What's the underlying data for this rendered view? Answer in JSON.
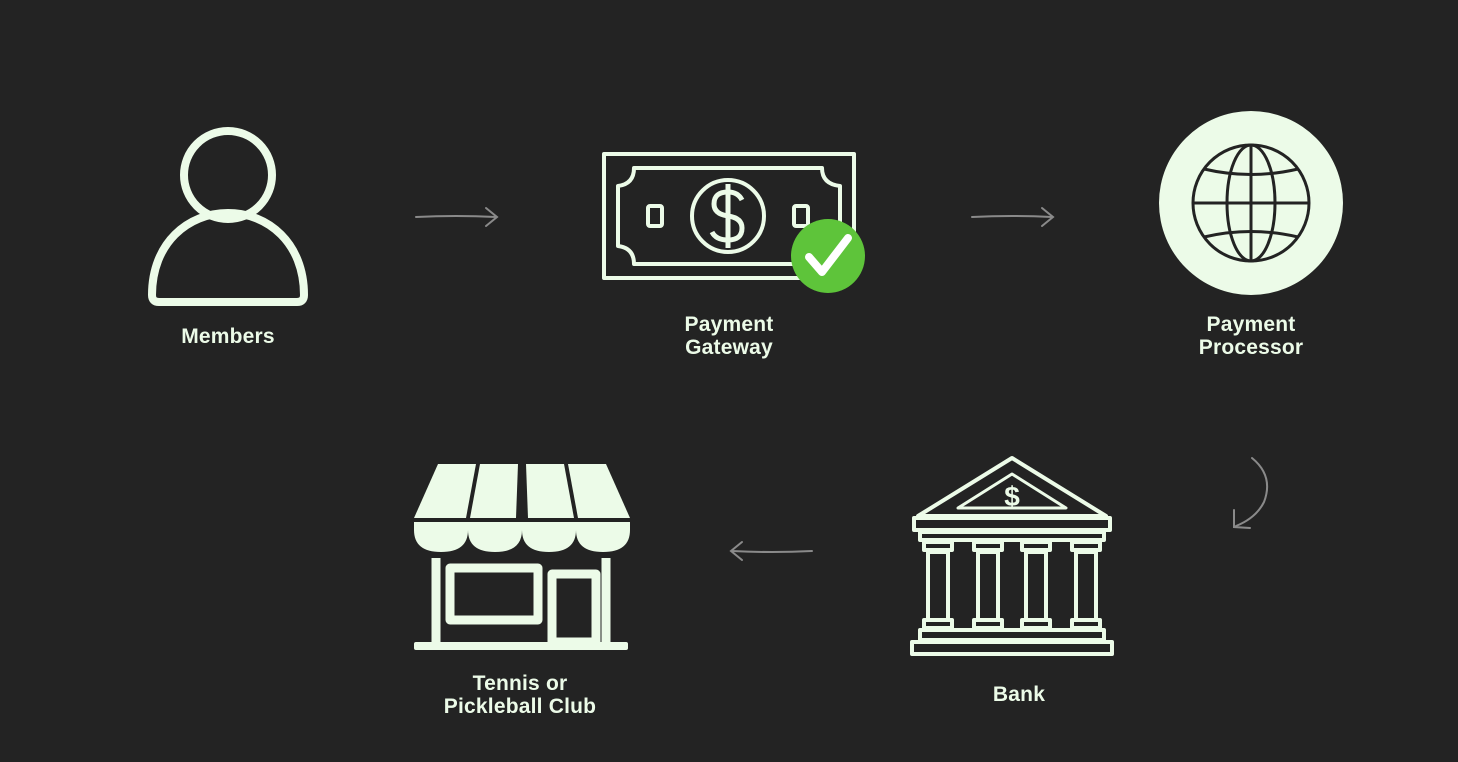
{
  "colors": {
    "background": "#232323",
    "icon": "#ecfbe8",
    "arrow": "#8a8a8a",
    "check_badge": "#5ec43a",
    "check_mark": "#ffffff"
  },
  "nodes": {
    "members": {
      "label": "Members",
      "icon": "person-icon"
    },
    "payment_gateway": {
      "line1": "Payment",
      "line2": "Gateway",
      "icon": "dollar-bill-icon",
      "badge_icon": "check-badge-icon"
    },
    "payment_processor": {
      "line1": "Payment",
      "line2": "Processor",
      "icon": "globe-icon"
    },
    "bank": {
      "label": "Bank",
      "icon": "bank-building-icon"
    },
    "club": {
      "line1": "Tennis or",
      "line2": "Pickleball Club",
      "icon": "storefront-icon"
    }
  },
  "flow": [
    {
      "from": "Members",
      "to": "Payment Gateway"
    },
    {
      "from": "Payment Gateway",
      "to": "Payment Processor"
    },
    {
      "from": "Payment Processor",
      "to": "Bank"
    },
    {
      "from": "Bank",
      "to": "Tennis or Pickleball Club"
    }
  ]
}
